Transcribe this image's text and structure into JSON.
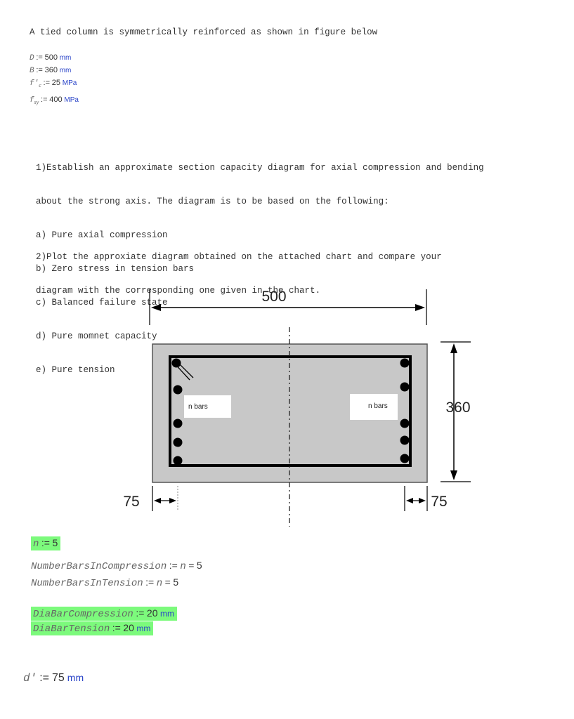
{
  "intro": "A tied column is symmetrically reinforced as shown in figure below",
  "defs": {
    "D": {
      "sym": "D",
      "op": ":=",
      "val": "500",
      "unit": "mm"
    },
    "B": {
      "sym": "B",
      "op": ":=",
      "val": "360",
      "unit": "mm"
    },
    "fc": {
      "sym": "f'",
      "sub": "c",
      "op": ":=",
      "val": "25",
      "unit": "MPa"
    },
    "fsy": {
      "sym": "f",
      "sub": "sy",
      "op": ":=",
      "val": "400",
      "unit": "MPa"
    }
  },
  "task1": [
    "1)Establish an approximate section capacity diagram for axial compression and bending",
    "about the strong axis. The diagram is to be based on the following:",
    "a) Pure axial compression",
    "b) Zero stress in tension bars",
    "c) Balanced failure state",
    "d) Pure momnet capacity",
    "e) Pure tension"
  ],
  "task2": [
    "2)Plot the approxiate diagram obtained on the attached chart and compare your",
    "diagram with the corresponding one given in the chart."
  ],
  "figure": {
    "dim_width": "500",
    "dim_height": "360",
    "dim_left_cover": "75",
    "dim_right_cover": "75",
    "label_left": "n bars",
    "label_right": "n bars",
    "colors": {
      "concrete": "#c8c8c8",
      "steel": "#000000",
      "label_bg": "#ffffff"
    }
  },
  "n_def": {
    "sym": "n",
    "op": ":=",
    "val": "5"
  },
  "bars_comp": {
    "sym": "NumberBarsInCompression",
    "op": ":=",
    "ref": "n",
    "eq": "=",
    "val": "5"
  },
  "bars_tens": {
    "sym": "NumberBarsInTension",
    "op": ":=",
    "ref": "n",
    "eq": "=",
    "val": "5"
  },
  "dia_comp": {
    "sym": "DiaBarCompression",
    "op": ":=",
    "val": "20",
    "unit": "mm"
  },
  "dia_tens": {
    "sym": "DiaBarTension",
    "op": ":=",
    "val": "20",
    "unit": "mm"
  },
  "d_prime": {
    "sym": "d'",
    "op": ":=",
    "val": "75",
    "unit": "mm"
  },
  "colors": {
    "highlight": "#7cfa7c",
    "unit": "#2a44c8"
  }
}
